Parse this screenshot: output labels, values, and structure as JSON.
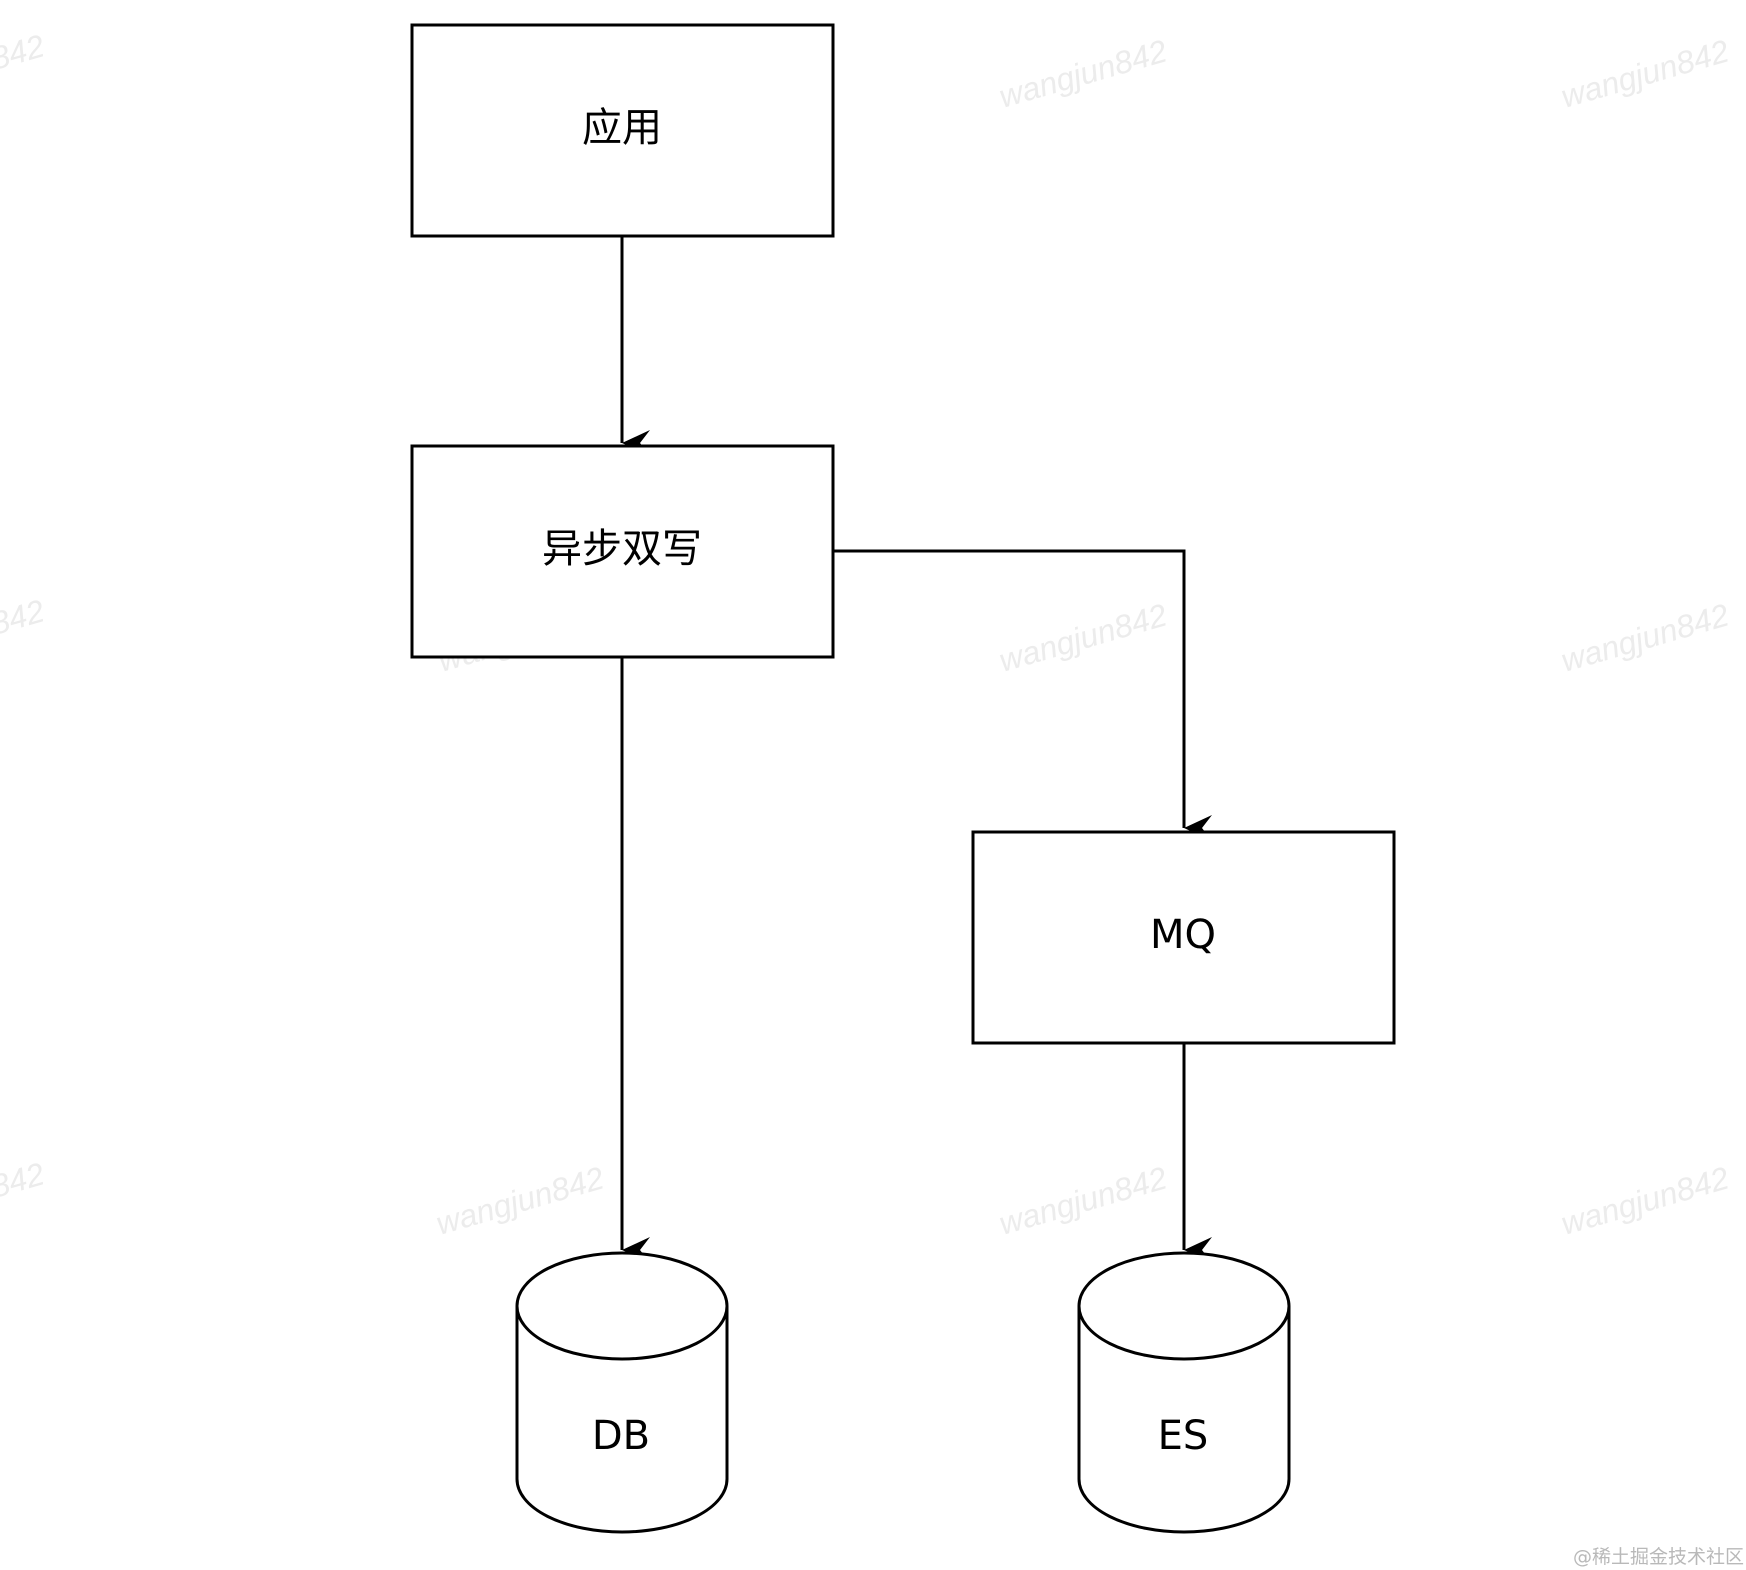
{
  "nodes": {
    "app": {
      "label": "应用"
    },
    "dual_write": {
      "label": "异步双写"
    },
    "mq": {
      "label": "MQ"
    },
    "db": {
      "label": "DB"
    },
    "es": {
      "label": "ES"
    }
  },
  "watermark": {
    "text": "wangjun842",
    "partial_text": "842"
  },
  "footer": {
    "text": "@稀土掘金技术社区"
  },
  "colors": {
    "stroke": "#000000",
    "background": "#ffffff"
  }
}
